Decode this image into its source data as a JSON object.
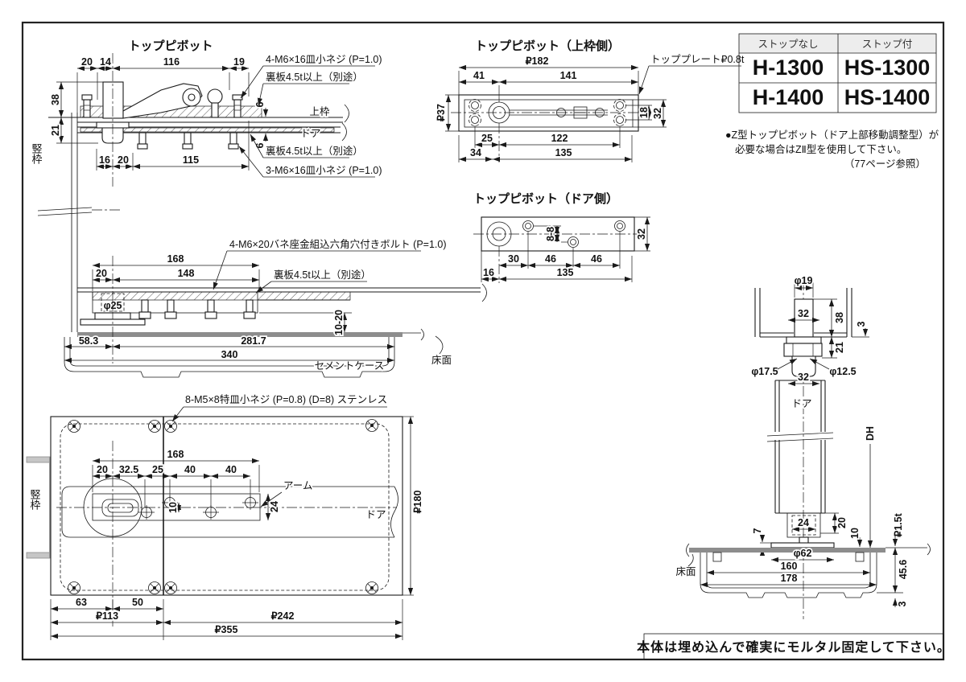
{
  "frame": {
    "footer": "本体は埋め込んで確実にモルタル固定して下さい。"
  },
  "table": {
    "h1": "ストップなし",
    "h2": "ストップ付",
    "r1c1": "H-1300",
    "r1c2": "HS-1300",
    "r2c1": "H-1400",
    "r2c2": "HS-1400"
  },
  "note": {
    "l1": "●Z型トップピボット（ドア上部移動調整型）が",
    "l2": "必要な場合はZⅡ型を使用して下さい。",
    "l3": "（77ページ参照）"
  },
  "tp": {
    "title": "トップピボット",
    "d20": "20",
    "d14": "14",
    "d116": "116",
    "d19": "19",
    "d38": "38",
    "d21": "21",
    "d16": "16",
    "d20b": "20",
    "d115": "115",
    "d6a": "6",
    "d6b": "6",
    "screw4": "4-M6×16皿小ネジ (P=1.0)",
    "plate1": "裏板4.5t以上（別途）",
    "kamachi": "上枠",
    "door": "ドア",
    "plate2": "裏板4.5t以上（別途）",
    "screw3": "3-M6×16皿小ネジ (P=1.0)",
    "wall": "竪枠"
  },
  "cs": {
    "bolt": "4-M6×20バネ座金組込六角穴付きボルト (P=1.0)",
    "plate": "裏板4.5t以上（別途）",
    "d168": "168",
    "d20": "20",
    "d148": "148",
    "dphi25": "φ25",
    "d1020": "10-20",
    "d583": "58.3",
    "d2817": "281.7",
    "d340": "340",
    "case": "セメントケース",
    "floor": "床面"
  },
  "pv": {
    "screw8": "8-M5×8特皿小ネジ (P=0.8) (D=8) ステンレス",
    "d168": "168",
    "d20": "20",
    "d325": "32.5",
    "d25": "25",
    "d40a": "40",
    "d40b": "40",
    "arm": "アーム",
    "d10": "10",
    "d24": "24",
    "door": "ドア",
    "d180": "₽180",
    "wall": "竪枠",
    "d63": "63",
    "d50": "50",
    "d113": "₽113",
    "d242": "₽242",
    "d355": "₽355"
  },
  "uf": {
    "title": "トップピボット（上枠側）",
    "tplate": "トッププレート₽0.8t",
    "d182": "₽182",
    "d41": "41",
    "d141": "141",
    "d37": "₽37",
    "d18": "18",
    "d32": "32",
    "d25": "25",
    "d122": "122",
    "d34": "34",
    "d135": "135"
  },
  "dv": {
    "title": "トップピボット（ドア側）",
    "d88": "8-8",
    "d32": "32",
    "d30": "30",
    "d46a": "46",
    "d46b": "46",
    "d16": "16",
    "d135": "135"
  },
  "vs": {
    "dphi19": "φ19",
    "d32a": "32",
    "d38": "38",
    "d3a": "3",
    "d21": "21",
    "dphi175": "φ17.5",
    "dphi125": "φ12.5",
    "d32b": "32",
    "door": "ドア",
    "dh": "DH",
    "d24": "24",
    "d20": "20",
    "d7": "7",
    "d10": "10",
    "dphi62": "φ62",
    "d160": "160",
    "d178": "178",
    "d15t": "₽1.5t",
    "d456": "45.6",
    "d3b": "3",
    "floor": "床面"
  }
}
